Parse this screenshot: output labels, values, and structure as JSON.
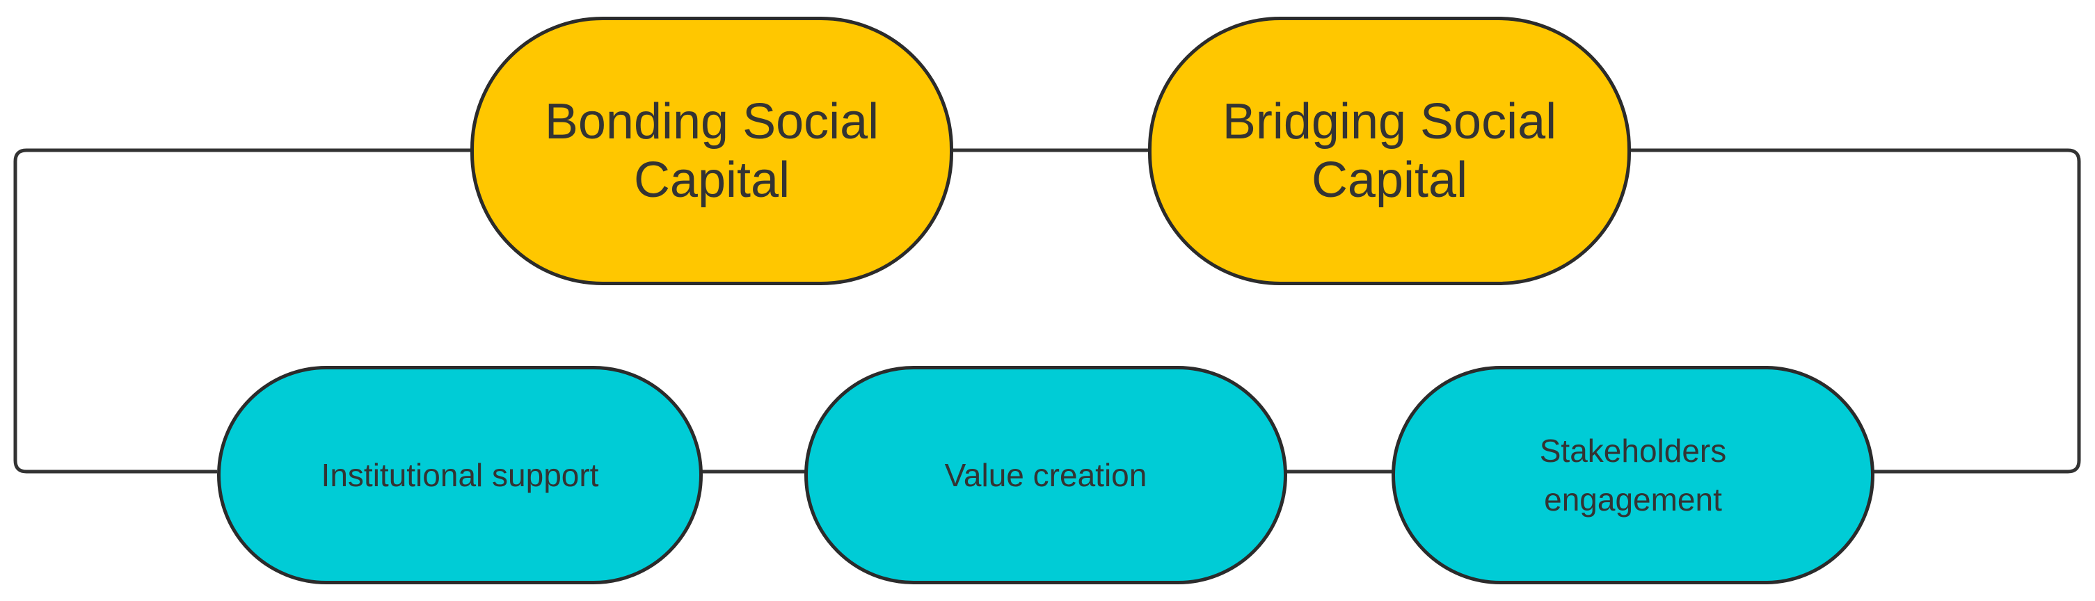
{
  "diagram": {
    "primary_nodes": [
      {
        "label": "Bonding Social\nCapital"
      },
      {
        "label": "Bridging Social\nCapital"
      }
    ],
    "secondary_nodes": [
      {
        "label": "Institutional support"
      },
      {
        "label": "Value creation"
      },
      {
        "label": "Stakeholders\nengagement"
      }
    ],
    "colors": {
      "primary_fill": "#FFC700",
      "secondary_fill": "#00CCD6",
      "outline": "#2b2b2b",
      "text": "#333333"
    }
  }
}
